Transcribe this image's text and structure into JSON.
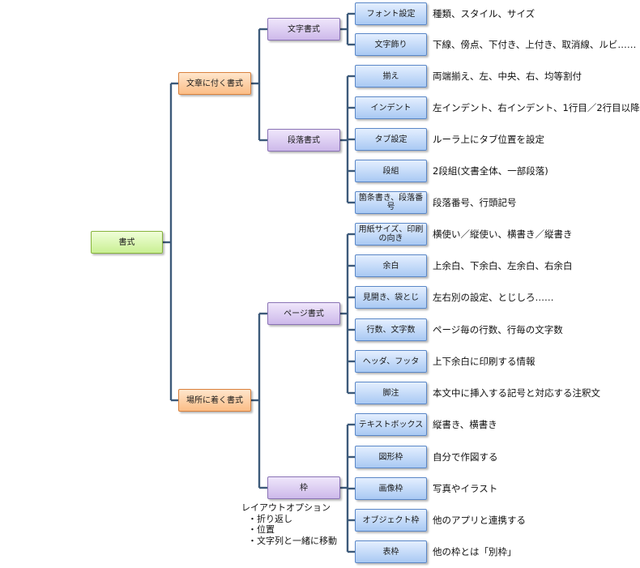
{
  "root": {
    "label": "書式"
  },
  "level1": [
    {
      "label": "文章に付く書式"
    },
    {
      "label": "場所に着く書式"
    }
  ],
  "level2": [
    {
      "label": "文字書式"
    },
    {
      "label": "段落書式"
    },
    {
      "label": "ページ書式"
    },
    {
      "label": "枠"
    }
  ],
  "leaves": [
    {
      "label": "フォント設定",
      "desc": "種類、スタイル、サイズ"
    },
    {
      "label": "文字飾り",
      "desc": "下線、傍点、下付き、上付き、取消線、ルビ……"
    },
    {
      "label": "揃え",
      "desc": "両端揃え、左、中央、右、均等割付"
    },
    {
      "label": "インデント",
      "desc": "左インデント、右インデント、1行目／2行目以降"
    },
    {
      "label": "タブ設定",
      "desc": "ルーラ上にタブ位置を設定"
    },
    {
      "label": "段組",
      "desc": "2段組(文書全体、一部段落)"
    },
    {
      "label": "箇条書き、段落番号",
      "desc": "段落番号、行頭記号"
    },
    {
      "label": "用紙サイズ、印刷の向き",
      "desc": "横使い／縦使い、横書き／縦書き"
    },
    {
      "label": "余白",
      "desc": "上余白、下余白、左余白、右余白"
    },
    {
      "label": "見開き、袋とじ",
      "desc": "左右別の設定、とじしろ……"
    },
    {
      "label": "行数、文字数",
      "desc": "ページ毎の行数、行毎の文字数"
    },
    {
      "label": "ヘッダ、フッタ",
      "desc": "上下余白に印刷する情報"
    },
    {
      "label": "脚注",
      "desc": "本文中に挿入する記号と対応する注釈文"
    },
    {
      "label": "テキストボックス",
      "desc": "縦書き、横書き"
    },
    {
      "label": "図形枠",
      "desc": "自分で作図する"
    },
    {
      "label": "画像枠",
      "desc": "写真やイラスト"
    },
    {
      "label": "オブジェクト枠",
      "desc": "他のアプリと連携する"
    },
    {
      "label": "表枠",
      "desc": "他の枠とは「別枠」"
    }
  ],
  "layout_note": {
    "title": "レイアウトオプション",
    "items": [
      "・折り返し",
      "・位置",
      "・文字列と一緒に移動"
    ]
  },
  "colors": {
    "connector": "#3d5a7a",
    "root_fill": "#dcf7b4",
    "level1_fill": "#fcc99a",
    "level2_fill": "#ddd0f2",
    "leaf_fill": "#c4dbfa"
  }
}
